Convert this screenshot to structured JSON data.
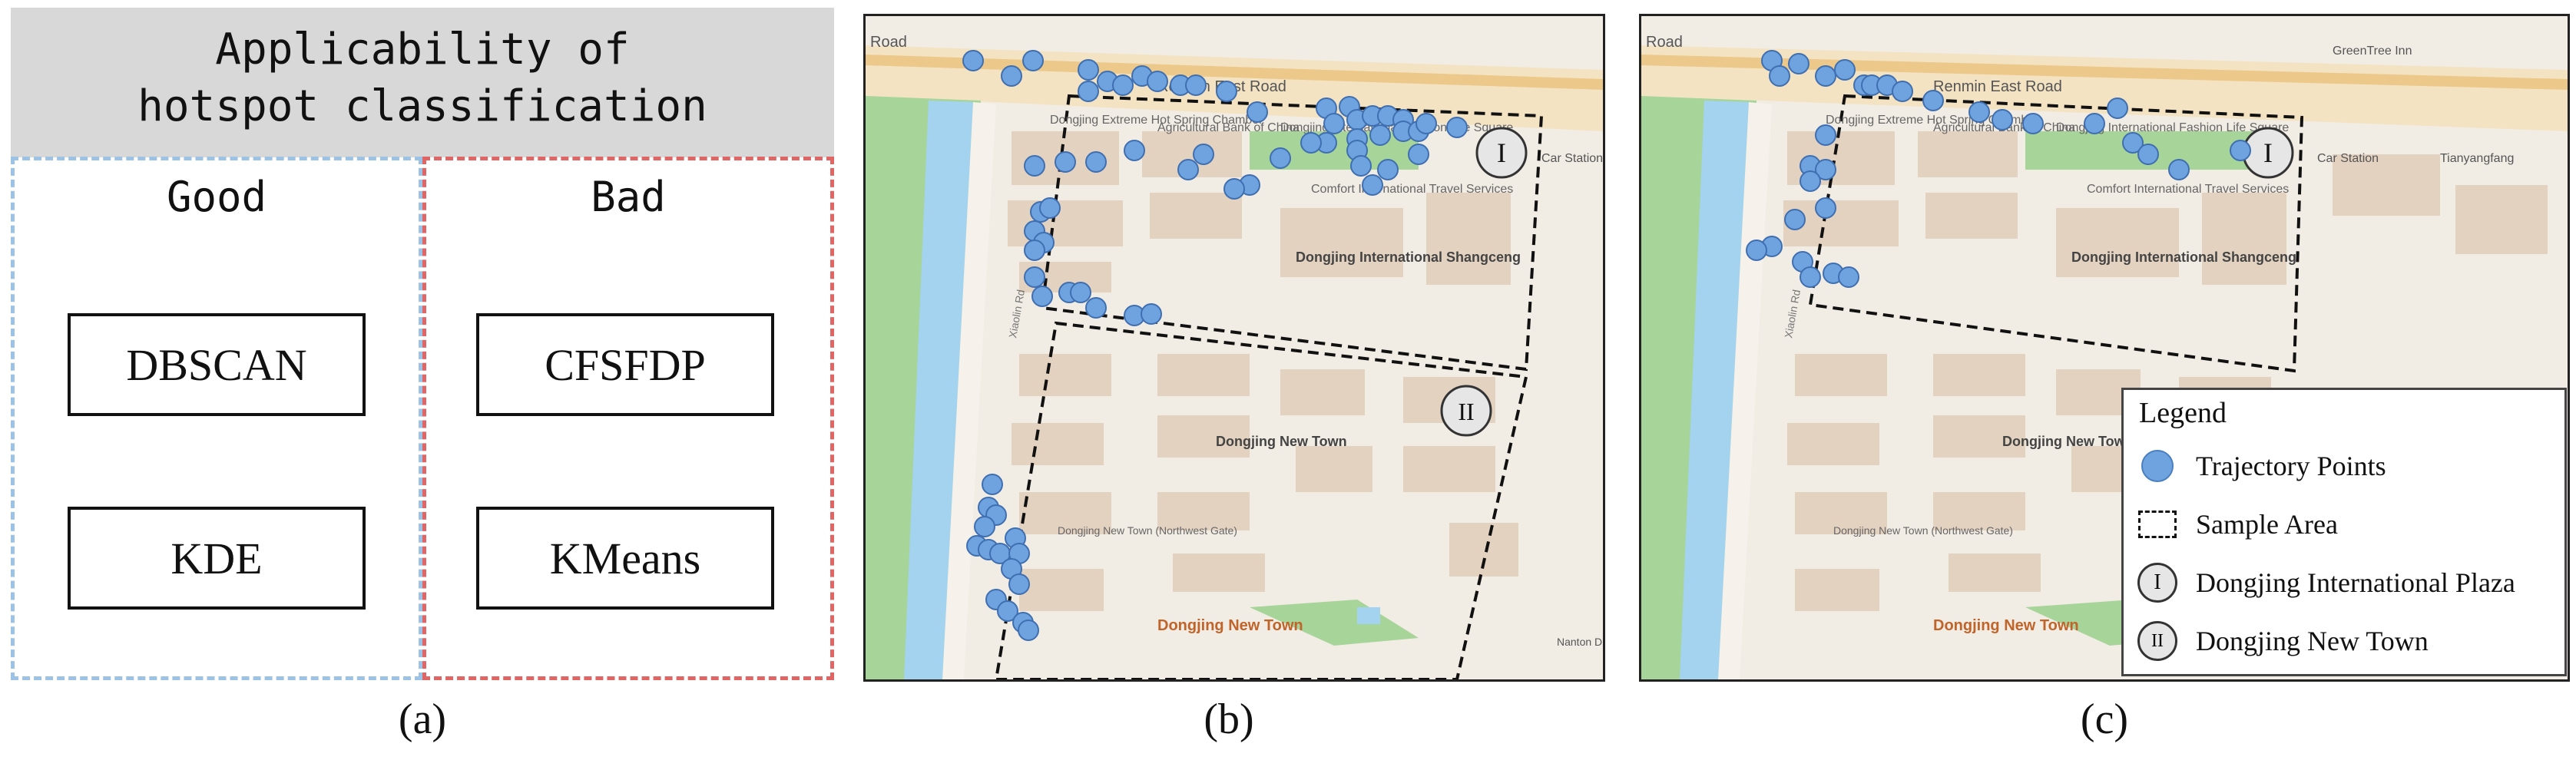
{
  "panel_a": {
    "title": "Applicability of\nhotspot classification",
    "good_label": "Good",
    "bad_label": "Bad",
    "good_methods": [
      "DBSCAN",
      "KDE"
    ],
    "bad_methods": [
      "CFSFDP",
      "KMeans"
    ],
    "caption": "(a)",
    "colors": {
      "good_border": "#9cc3e6",
      "bad_border": "#e06666",
      "header_bg": "#d8d8d8"
    }
  },
  "panel_b": {
    "caption": "(b)",
    "labels": {
      "road": "Road",
      "east_road": "Renmin East Road",
      "hot_spring": "Dongjing Extreme Hot Spring Chamber",
      "agri_bank": "Agricultural Bank of China",
      "fashion": "Dongjing International Fashion Life Square",
      "comfort": "Comfort International Travel Services",
      "shangceng": "Dongjing International Shangceng",
      "new_town_poi": "Dongjing New Town",
      "new_town_gate": "Dongjing New Town (Northwest Gate)",
      "new_town_area": "Dongjing New Town",
      "station": "Car Station",
      "nanton": "Nanton Dress",
      "street": "Xiaolin Rd",
      "roman_1": "I",
      "roman_2": "II"
    }
  },
  "panel_c": {
    "caption": "(c)",
    "labels": {
      "road": "Road",
      "east_road": "Renmin East Road",
      "greentree": "GreenTree Inn",
      "hot_spring": "Dongjing Extreme Hot Spring Chamber",
      "agri_bank": "Agricultural Bank of China",
      "fashion": "Dongjing International Fashion Life Square",
      "comfort": "Comfort International Travel Services",
      "shangceng": "Dongjing International Shangceng",
      "new_town_poi": "Dongjing New Town",
      "new_town_gate": "Dongjing New Town (Northwest Gate)",
      "new_town_area": "Dongjing New Town",
      "station": "Car Station",
      "tianyang": "Tianyangfang",
      "street": "Xiaolin Rd",
      "roman_1": "I"
    }
  },
  "legend": {
    "title": "Legend",
    "items": [
      {
        "label": "Trajectory Points",
        "icon": "blue-dot"
      },
      {
        "label": "Sample Area",
        "icon": "dashed-rectangle"
      },
      {
        "label": "Dongjing International Plaza",
        "icon": "roman-numeral-1"
      },
      {
        "label": "Dongjing New Town",
        "icon": "roman-numeral-2"
      }
    ],
    "point_color": "#6fa3e0",
    "symbol_1": "I",
    "symbol_2": "II"
  }
}
